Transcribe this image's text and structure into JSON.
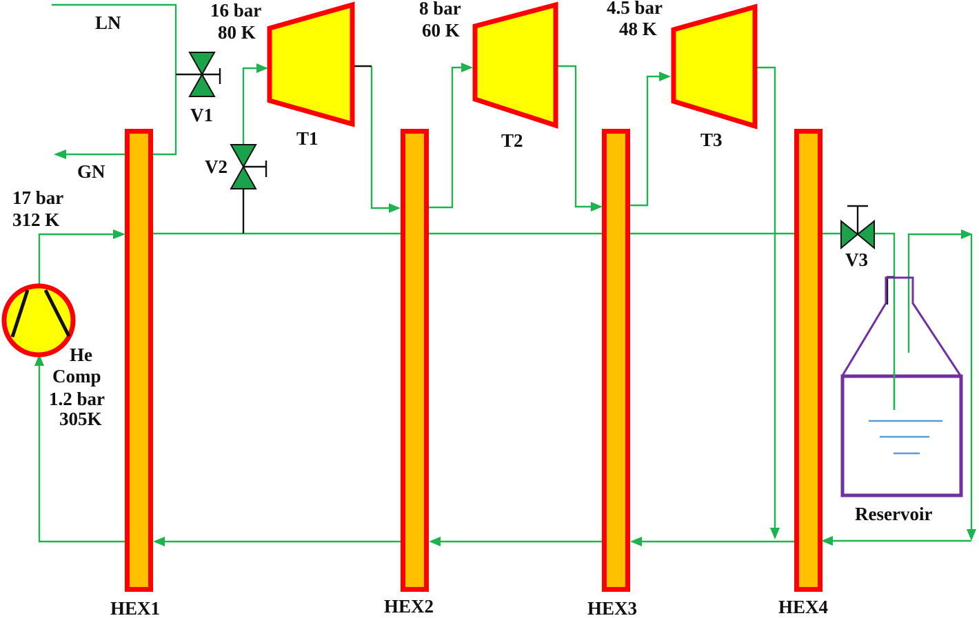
{
  "diagram": {
    "type": "process-flow",
    "colors": {
      "pipe": "#1db34f",
      "hex_border": "#ff0000",
      "hex_fill": "#ffc000",
      "turbine_fill": "#ffff00",
      "turbine_border": "#ff0000",
      "valve_fill": "#1aa34a",
      "reservoir": "#7030a0",
      "liquid": "#5b9bd5"
    },
    "streams": {
      "ln": "LN",
      "gn": "GN"
    },
    "compressor": {
      "line1": "He",
      "line2": "Comp",
      "line3": "1.2 bar",
      "line4": "305K"
    },
    "inlet_condition": {
      "pressure": "17 bar",
      "temperature": "312 K"
    },
    "valves": [
      {
        "id": "V1"
      },
      {
        "id": "V2"
      },
      {
        "id": "V3"
      }
    ],
    "turbines": [
      {
        "id": "T1",
        "pressure": "16 bar",
        "temperature": "80 K"
      },
      {
        "id": "T2",
        "pressure": "8 bar",
        "temperature": "60 K"
      },
      {
        "id": "T3",
        "pressure": "4.5 bar",
        "temperature": "48 K"
      }
    ],
    "heat_exchangers": [
      {
        "id": "HEX1"
      },
      {
        "id": "HEX2"
      },
      {
        "id": "HEX3"
      },
      {
        "id": "HEX4"
      }
    ],
    "reservoir": {
      "label": "Reservoir"
    }
  }
}
